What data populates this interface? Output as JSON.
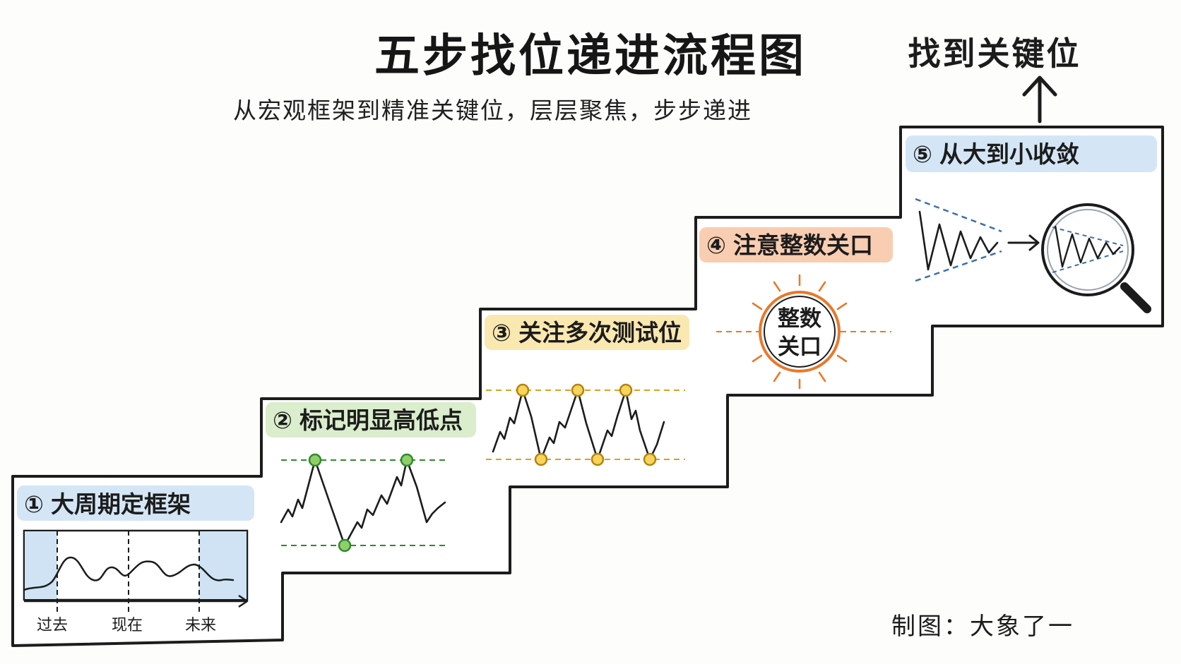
{
  "title": "五步找位递进流程图",
  "subtitle": "从宏观框架到精准关键位，层层聚焦，步步递进",
  "goal": "找到关键位",
  "credit": "制图：大象了一",
  "steps": [
    {
      "number": "①",
      "label": "大周期定框架",
      "color": "#cfe3f5"
    },
    {
      "number": "②",
      "label": "标记明显高低点",
      "color": "#d6ebc6"
    },
    {
      "number": "③",
      "label": "关注多次测试位",
      "color": "#fae6a8"
    },
    {
      "number": "④",
      "label": "注意整数关口",
      "color": "#f8c8a8"
    },
    {
      "number": "⑤",
      "label": "从大到小收敛",
      "color": "#cfe3f5"
    }
  ],
  "timeline": {
    "past": "过去",
    "now": "现在",
    "future": "未来"
  },
  "round_number": {
    "line1": "整数",
    "line2": "关口"
  },
  "colors": {
    "green": "#2f8a2f",
    "green_fill": "#8fcf6a",
    "yellow": "#d9a21f",
    "yellow_fill": "#f7d45a",
    "orange": "#e8792a",
    "blue_dash": "#3b6fb0",
    "ink": "#1c1c1c"
  }
}
